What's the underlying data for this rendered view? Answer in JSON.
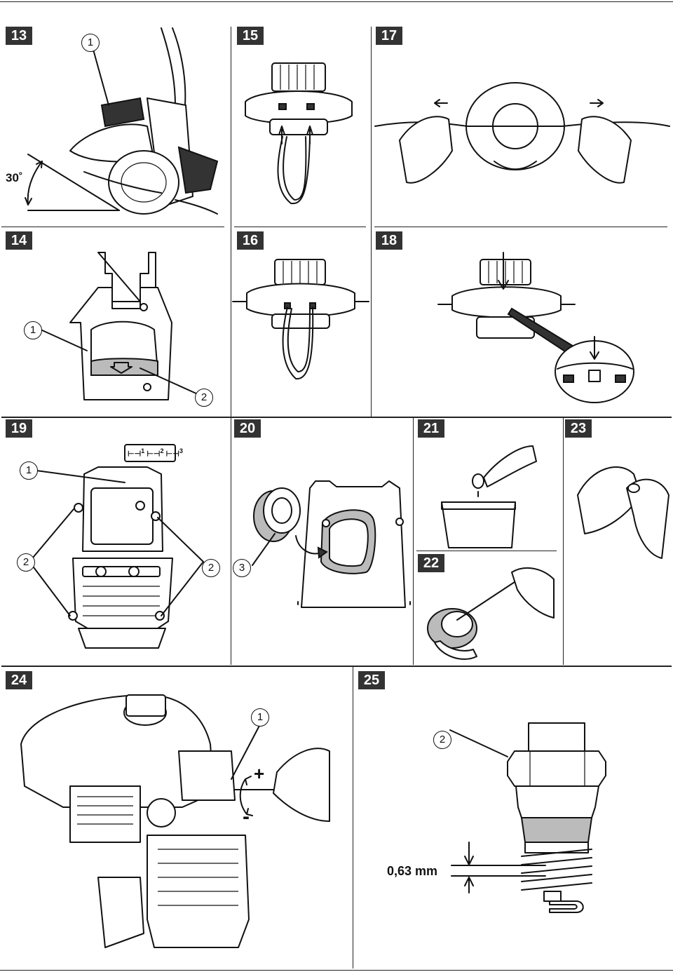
{
  "panels": [
    {
      "id": "13"
    },
    {
      "id": "14"
    },
    {
      "id": "15"
    },
    {
      "id": "16"
    },
    {
      "id": "17"
    },
    {
      "id": "18"
    },
    {
      "id": "19"
    },
    {
      "id": "20"
    },
    {
      "id": "21"
    },
    {
      "id": "22"
    },
    {
      "id": "23"
    },
    {
      "id": "24"
    },
    {
      "id": "25"
    }
  ],
  "labels": {
    "p13_angle": "30˚",
    "p13_callout": "1",
    "p14_callout1": "1",
    "p14_callout2": "2",
    "p19_callout1": "1",
    "p19_callout2a": "2",
    "p19_callout2b": "2",
    "p19_mode1": "1",
    "p19_mode2": "2",
    "p19_mode3": "3",
    "p20_callout3": "3",
    "p24_callout1": "1",
    "p24_plus": "+",
    "p24_minus": "-",
    "p25_callout2": "2",
    "p25_gap": "0,63 mm"
  },
  "colors": {
    "line": "#111111",
    "tag_bg": "#333333",
    "shade": "#bbbbbb"
  }
}
